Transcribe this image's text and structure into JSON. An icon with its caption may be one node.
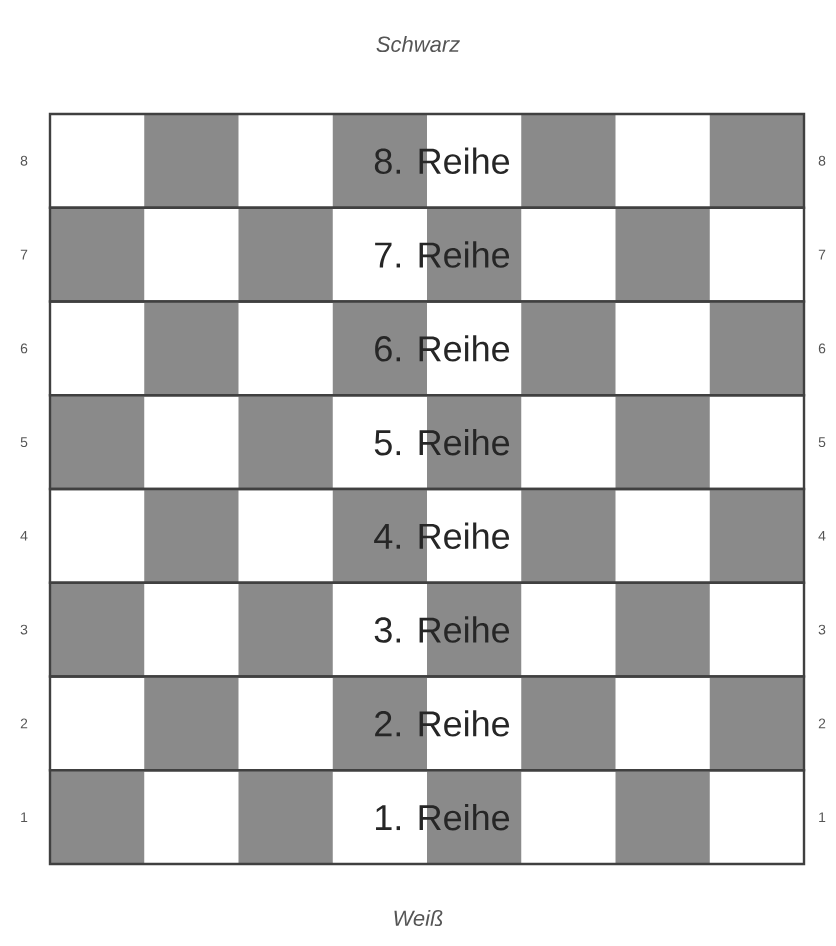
{
  "diagram": {
    "labels": [
      "Schwarz",
      "8",
      "8. Reihe",
      "8",
      "7",
      "7. Reihe",
      "7",
      "6",
      "6. Reihe",
      "6",
      "5",
      "5. Reihe",
      "5",
      "4",
      "4. Reihe",
      "4",
      "3",
      "3. Reihe",
      "3",
      "2",
      "2. Reihe",
      "2",
      "1",
      "1. Reihe",
      "1",
      "Weiß"
    ]
  }
}
